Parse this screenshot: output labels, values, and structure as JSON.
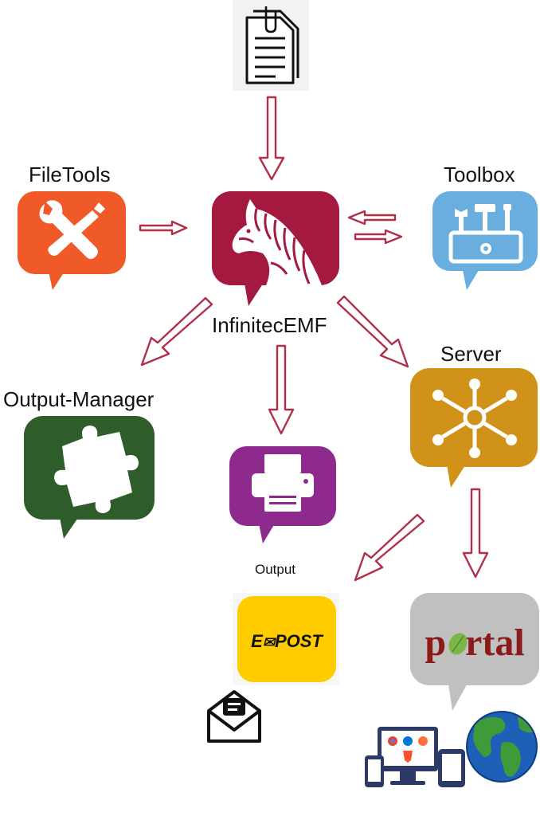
{
  "labels": {
    "filetools": "FileTools",
    "toolbox": "Toolbox",
    "infinitec": "InfinitecEMF",
    "server": "Server",
    "output_manager": "Output-Manager",
    "output": "Output",
    "epost": "E POST",
    "portal": "portal"
  },
  "icons": {
    "document": "clipboard-document-icon",
    "filetools": "wrench-screwdriver-icon",
    "infinitec": "zebra-icon",
    "toolbox": "toolbox-icon",
    "output_manager": "puzzle-piece-icon",
    "output": "printer-icon",
    "server": "network-hub-icon",
    "epost": "epost-logo",
    "portal": "portal-logo",
    "mail": "envelope-icon",
    "devices": "devices-icon",
    "globe": "globe-icon"
  },
  "colors": {
    "filetools": "#f05a28",
    "infinitec": "#a3193f",
    "toolbox": "#6aaee0",
    "output_manager": "#2e5c2a",
    "output": "#8e2a8e",
    "server": "#d1921a",
    "epost": "#ffcc00",
    "portal": "#c0c0c0",
    "arrow": "#b0304a"
  }
}
